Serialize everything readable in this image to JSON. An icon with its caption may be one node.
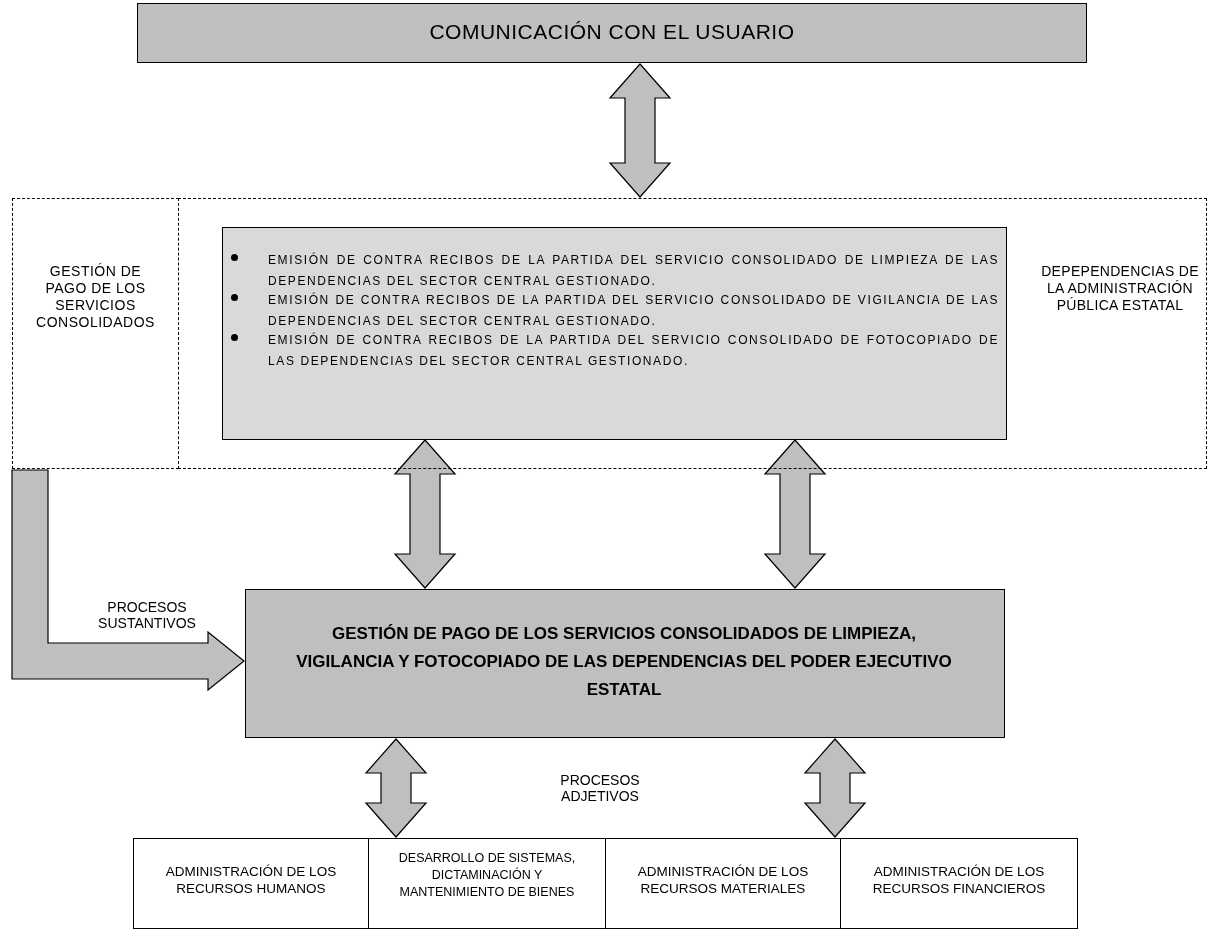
{
  "diagram": {
    "nodes": [
      {
        "text": [
          "COMUNICACIÓN CON EL USUARIO"
        ]
      },
      {
        "text": [
          "GESTIÓN DE PAGO DE LOS SERVICIOS CONSOLIDADOS"
        ]
      },
      {
        "text": [
          "DEPEPENDENCIAS DE LA ADMINISTRACIÓN PÚBLICA ESTATAL"
        ]
      },
      {
        "text": [
          "EMISIÓN DE CONTRA RECIBOS DE LA PARTIDA DEL SERVICIO CONSOLIDADO DE LIMPIEZA DE LAS DEPENDENCIAS DEL SECTOR CENTRAL GESTIONADO.",
          "EMISIÓN DE CONTRA RECIBOS DE LA PARTIDA DEL SERVICIO CONSOLIDADO DE VIGILANCIA DE LAS DEPENDENCIAS DEL SECTOR CENTRAL GESTIONADO.",
          "EMISIÓN DE CONTRA RECIBOS DE LA PARTIDA DEL SERVICIO CONSOLIDADO DE FOTOCOPIADO DE LAS DEPENDENCIAS DEL SECTOR CENTRAL GESTIONADO."
        ],
        "in": 2
      },
      {
        "text": [
          "GESTIÓN DE PAGO DE LOS SERVICIOS CONSOLIDADOS DE LIMPIEZA, VIGILANCIA Y FOTOCOPIADO DE LAS DEPENDENCIAS DEL PODER EJECUTIVO ESTATAL"
        ]
      },
      {
        "text": [
          "ADMINISTRACIÓN DE LOS RECURSOS HUMANOS"
        ]
      },
      {
        "text": [
          "DESARROLLO DE SISTEMAS, DICTAMINACIÓN Y MANTENIMIENTO DE BIENES"
        ]
      },
      {
        "text": [
          "ADMINISTRACIÓN DE LOS RECURSOS MATERIALES"
        ]
      },
      {
        "text": [
          "ADMINISTRACIÓN DE LOS RECURSOS FINANCIEROS"
        ]
      }
    ],
    "edges": [
      {
        "from": 0,
        "to": 2,
        "arrow": "both"
      },
      {
        "from": 3,
        "to": 4,
        "arrow": "both"
      },
      {
        "from": 3,
        "to": 4,
        "arrow": "both"
      },
      {
        "from": 1,
        "to": 4,
        "arrow": "to",
        "label": "PROCESOS SUSTANTIVOS"
      },
      {
        "from": 4,
        "to": 6,
        "arrow": "both"
      },
      {
        "from": 4,
        "to": 7,
        "arrow": "both"
      }
    ],
    "labels": [
      "PROCESOS ADJETIVOS"
    ]
  }
}
